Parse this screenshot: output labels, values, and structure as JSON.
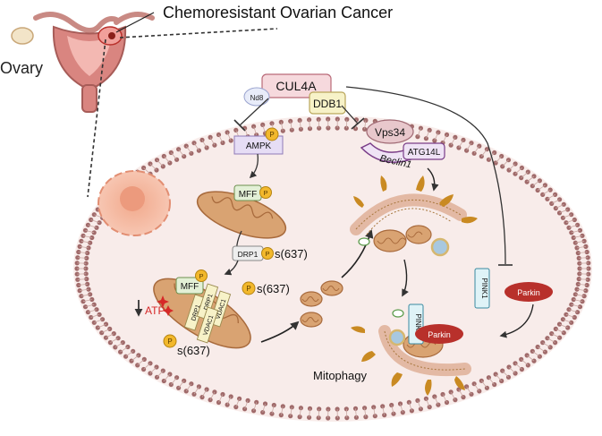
{
  "title": "Chemoresistant Ovarian Cancer",
  "ovary_label": "Ovary",
  "proteins": {
    "cul4a": "CUL4A",
    "nd8": "Nd8",
    "ddb1": "DDB1",
    "ampk": "AMPK",
    "vps34": "Vps34",
    "beclin1": "Beclin1",
    "atg14l": "ATG14L",
    "mff": "MFF",
    "drp1": "DRP1",
    "vdac1": "VDAC1",
    "pink1": "PINK1",
    "parkin": "Parkin",
    "phospho": "P"
  },
  "labels": {
    "s637": "s(637)",
    "atp": "ATP",
    "mitophagy": "Mitophagy"
  },
  "colors": {
    "cell_fill": "#f8ecea",
    "membrane": "#a06a6a",
    "mito_fill": "#d9a372",
    "mito_dark": "#a86a3c",
    "cul4a_fill": "#f6d9dd",
    "ddb1_fill": "#f7f2c8",
    "ampk_fill": "#e6ddf5",
    "box_green": "#e3f0d6",
    "box_cyan": "#dff3f7",
    "parkin_red": "#b8302b",
    "phospho_gold": "#f2b82c",
    "atp_red": "#d62828",
    "arrow": "#333333"
  }
}
